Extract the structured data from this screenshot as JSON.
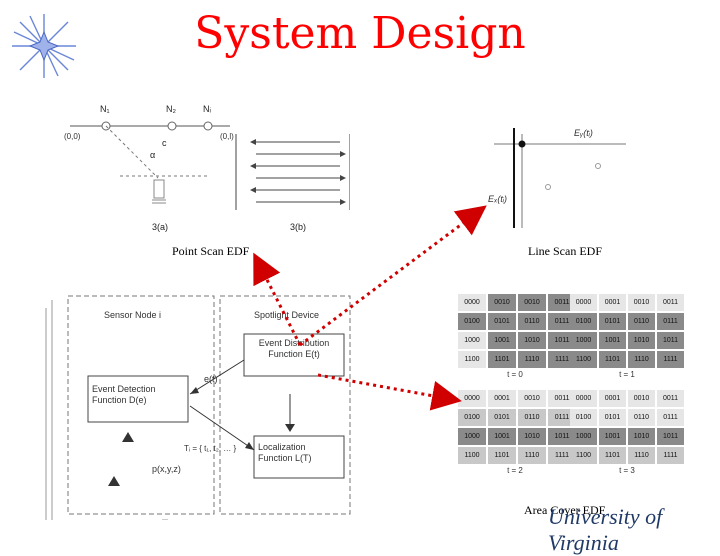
{
  "title": "System Design",
  "point_scan": {
    "caption": "Point Scan EDF",
    "node_labels": [
      "N₁",
      "N₂",
      "Nᵢ"
    ],
    "coord_left": "(0,0)",
    "coord_right": "(0,l)",
    "label_c": "c",
    "label_alpha": "α",
    "sub_a": "3(a)",
    "sub_b": "3(b)"
  },
  "line_scan": {
    "caption": "Line Scan EDF",
    "ey_label": "Eᵧ(tᵢ)",
    "ex_label": "Eₓ(tᵢ)"
  },
  "block_diagram": {
    "sensor_title": "Sensor Node i",
    "spotlight_title": "Spotlight Device",
    "edf_box": "Event Distribution Function E(t)",
    "detect_box": "Event Detection Function D(e)",
    "localize_box": "Localization Function L(T)",
    "et_label": "e(t)",
    "ti_label": "Tᵢ = { t₁, t₂, … }",
    "pos_label": "p(x,y,z)"
  },
  "area_cover": {
    "caption": "Area Cover EDF",
    "grids": [
      {
        "time": "t = 0",
        "rows": [
          [
            "0000",
            "0010",
            "0010",
            "0011"
          ],
          [
            "0100",
            "0101",
            "0110",
            "0111"
          ],
          [
            "1000",
            "1001",
            "1010",
            "1011"
          ],
          [
            "1100",
            "1101",
            "1110",
            "1111"
          ]
        ]
      },
      {
        "time": "t = 1",
        "rows": [
          [
            "0000",
            "0001",
            "0010",
            "0011"
          ],
          [
            "0100",
            "0101",
            "0110",
            "0111"
          ],
          [
            "1000",
            "1001",
            "1010",
            "1011"
          ],
          [
            "1100",
            "1101",
            "1110",
            "1111"
          ]
        ]
      },
      {
        "time": "t = 2",
        "rows": [
          [
            "0000",
            "0001",
            "0010",
            "0011"
          ],
          [
            "0100",
            "0101",
            "0110",
            "0111"
          ],
          [
            "1000",
            "1001",
            "1010",
            "1011"
          ],
          [
            "1100",
            "1101",
            "1110",
            "1111"
          ]
        ]
      },
      {
        "time": "t = 3",
        "rows": [
          [
            "0000",
            "0001",
            "0010",
            "0011"
          ],
          [
            "0100",
            "0101",
            "0110",
            "0111"
          ],
          [
            "1000",
            "1001",
            "1010",
            "1011"
          ],
          [
            "1100",
            "1101",
            "1110",
            "1111"
          ]
        ]
      }
    ]
  },
  "logo": "University of Virginia",
  "colors": {
    "title": "#ff0000",
    "arrows": "#d00000"
  }
}
